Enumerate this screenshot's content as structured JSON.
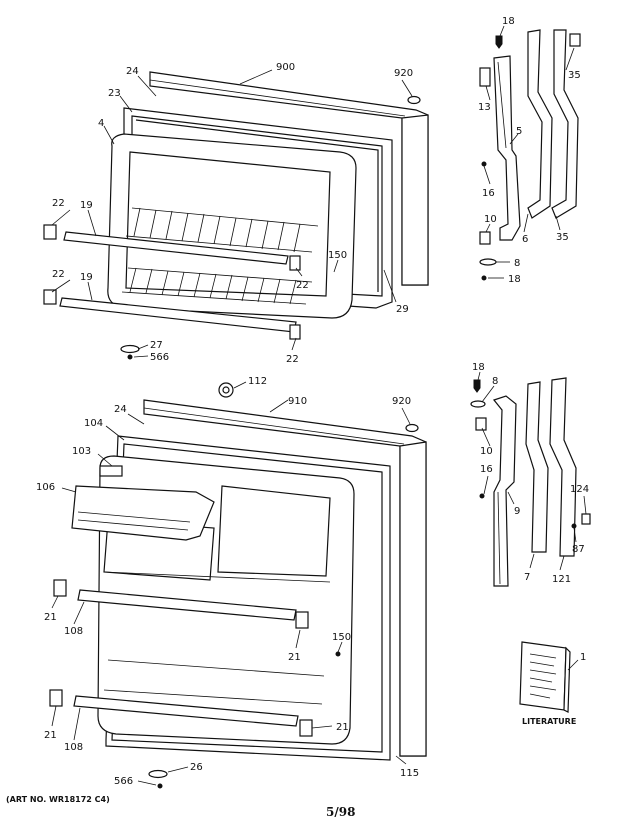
{
  "parts": {
    "freezer_door": {
      "callouts": [
        "900",
        "920",
        "24",
        "23",
        "4",
        "22",
        "19",
        "22",
        "19",
        "150",
        "22",
        "29",
        "22",
        "27",
        "566"
      ]
    },
    "freezer_hinges": {
      "callouts": [
        "18",
        "35",
        "13",
        "5",
        "16",
        "10",
        "6",
        "35",
        "8",
        "18"
      ]
    },
    "fresh_food_door": {
      "callouts": [
        "112",
        "910",
        "920",
        "24",
        "104",
        "103",
        "106",
        "21",
        "108",
        "21",
        "150",
        "21",
        "108",
        "21",
        "115",
        "26",
        "566"
      ]
    },
    "fresh_food_hinges": {
      "callouts": [
        "18",
        "8",
        "10",
        "16",
        "9",
        "124",
        "87",
        "7",
        "121"
      ]
    },
    "literature": {
      "callout": "1",
      "label": "LITERATURE"
    }
  },
  "footer": {
    "art_number": "(ART NO. WR18172 C4)",
    "date": "5/98"
  }
}
